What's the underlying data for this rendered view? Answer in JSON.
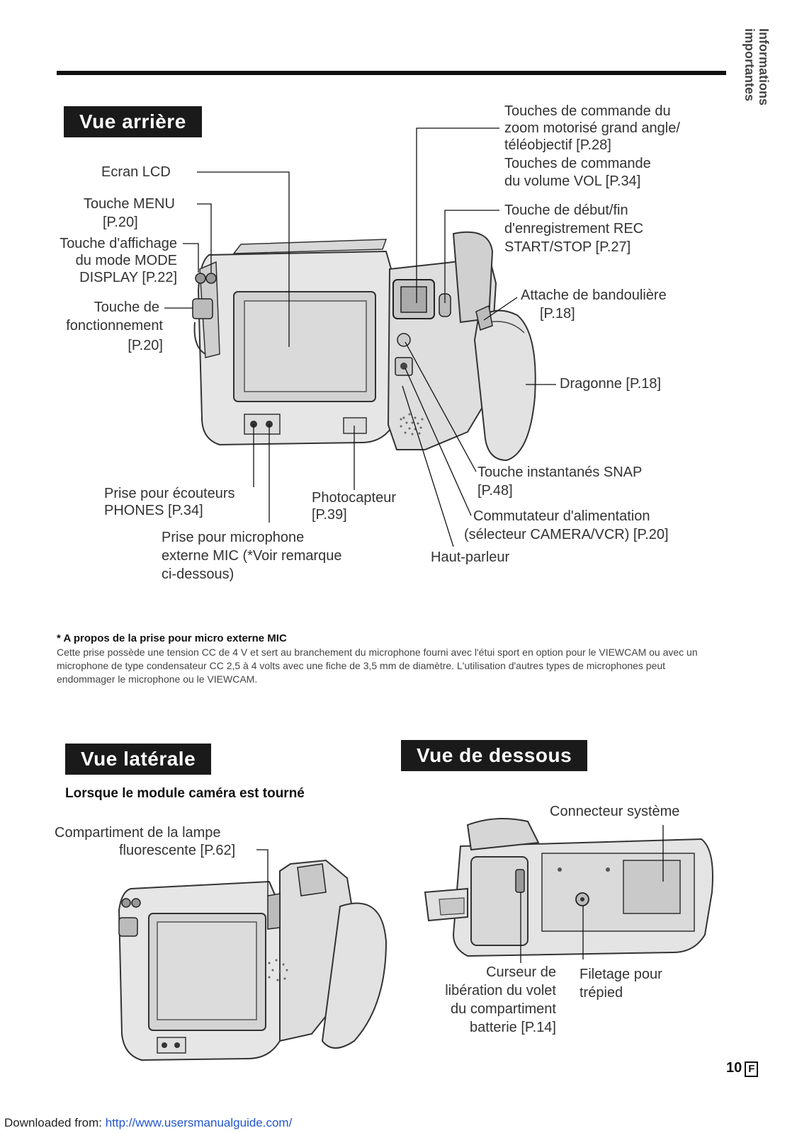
{
  "side_tab": "Informations importantes",
  "rear": {
    "title": "Vue arrière",
    "labels": {
      "lcd": "Ecran LCD",
      "menu_1": "Touche MENU",
      "menu_2": "[P.20]",
      "display_1": "Touche d'affichage",
      "display_2": "du mode MODE",
      "display_3": "DISPLAY [P.22]",
      "op_1": "Touche de",
      "op_2": "fonctionnement",
      "op_3": "[P.20]",
      "zoom_1": "Touches de commande du",
      "zoom_2": "zoom motorisé grand angle/",
      "zoom_3": "téléobjectif [P.28]",
      "zoom_4": "Touches de commande",
      "zoom_5": "du volume VOL [P.34]",
      "rec_1": "Touche de début/fin",
      "rec_2": "d'enregistrement REC",
      "rec_3": "START/STOP [P.27]",
      "strap_1": "Attache de bandoulière",
      "strap_2": "[P.18]",
      "dragonne": "Dragonne [P.18]",
      "phones_1": "Prise pour écouteurs",
      "phones_2": "PHONES [P.34]",
      "photo_1": "Photocapteur",
      "photo_2": "[P.39]",
      "mic_1": "Prise pour microphone",
      "mic_2": "externe MIC (*Voir remarque",
      "mic_3": "ci-dessous)",
      "snap_1": "Touche instantanés SNAP",
      "snap_2": "[P.48]",
      "power_1": "Commutateur d'alimentation",
      "power_2": "(sélecteur CAMERA/VCR) [P.20]",
      "speaker": "Haut-parleur"
    }
  },
  "note": {
    "title": "* A propos de la prise pour micro externe MIC",
    "body": "Cette prise possède une tension CC de 4 V et sert au branchement du microphone fourni avec l'étui sport en option pour le VIEWCAM ou avec un microphone de type condensateur CC 2,5 à 4 volts avec une fiche de 3,5 mm de diamètre. L'utilisation d'autres types de microphones peut endommager le microphone ou le VIEWCAM."
  },
  "side": {
    "title": "Vue latérale",
    "subtitle": "Lorsque le module caméra est tourné",
    "lamp_1": "Compartiment de la lampe",
    "lamp_2": "fluorescente [P.62]"
  },
  "bottom": {
    "title": "Vue de dessous",
    "connector": "Connecteur système",
    "cursor_1": "Curseur de",
    "cursor_2": "libération du volet",
    "cursor_3": "du compartiment",
    "cursor_4": "batterie [P.14]",
    "tripod_1": "Filetage pour",
    "tripod_2": "trépied"
  },
  "page": {
    "number": "10",
    "lang": "F"
  },
  "footer": {
    "prefix": "Downloaded from: ",
    "link": "http://www.usersmanualguide.com/"
  }
}
